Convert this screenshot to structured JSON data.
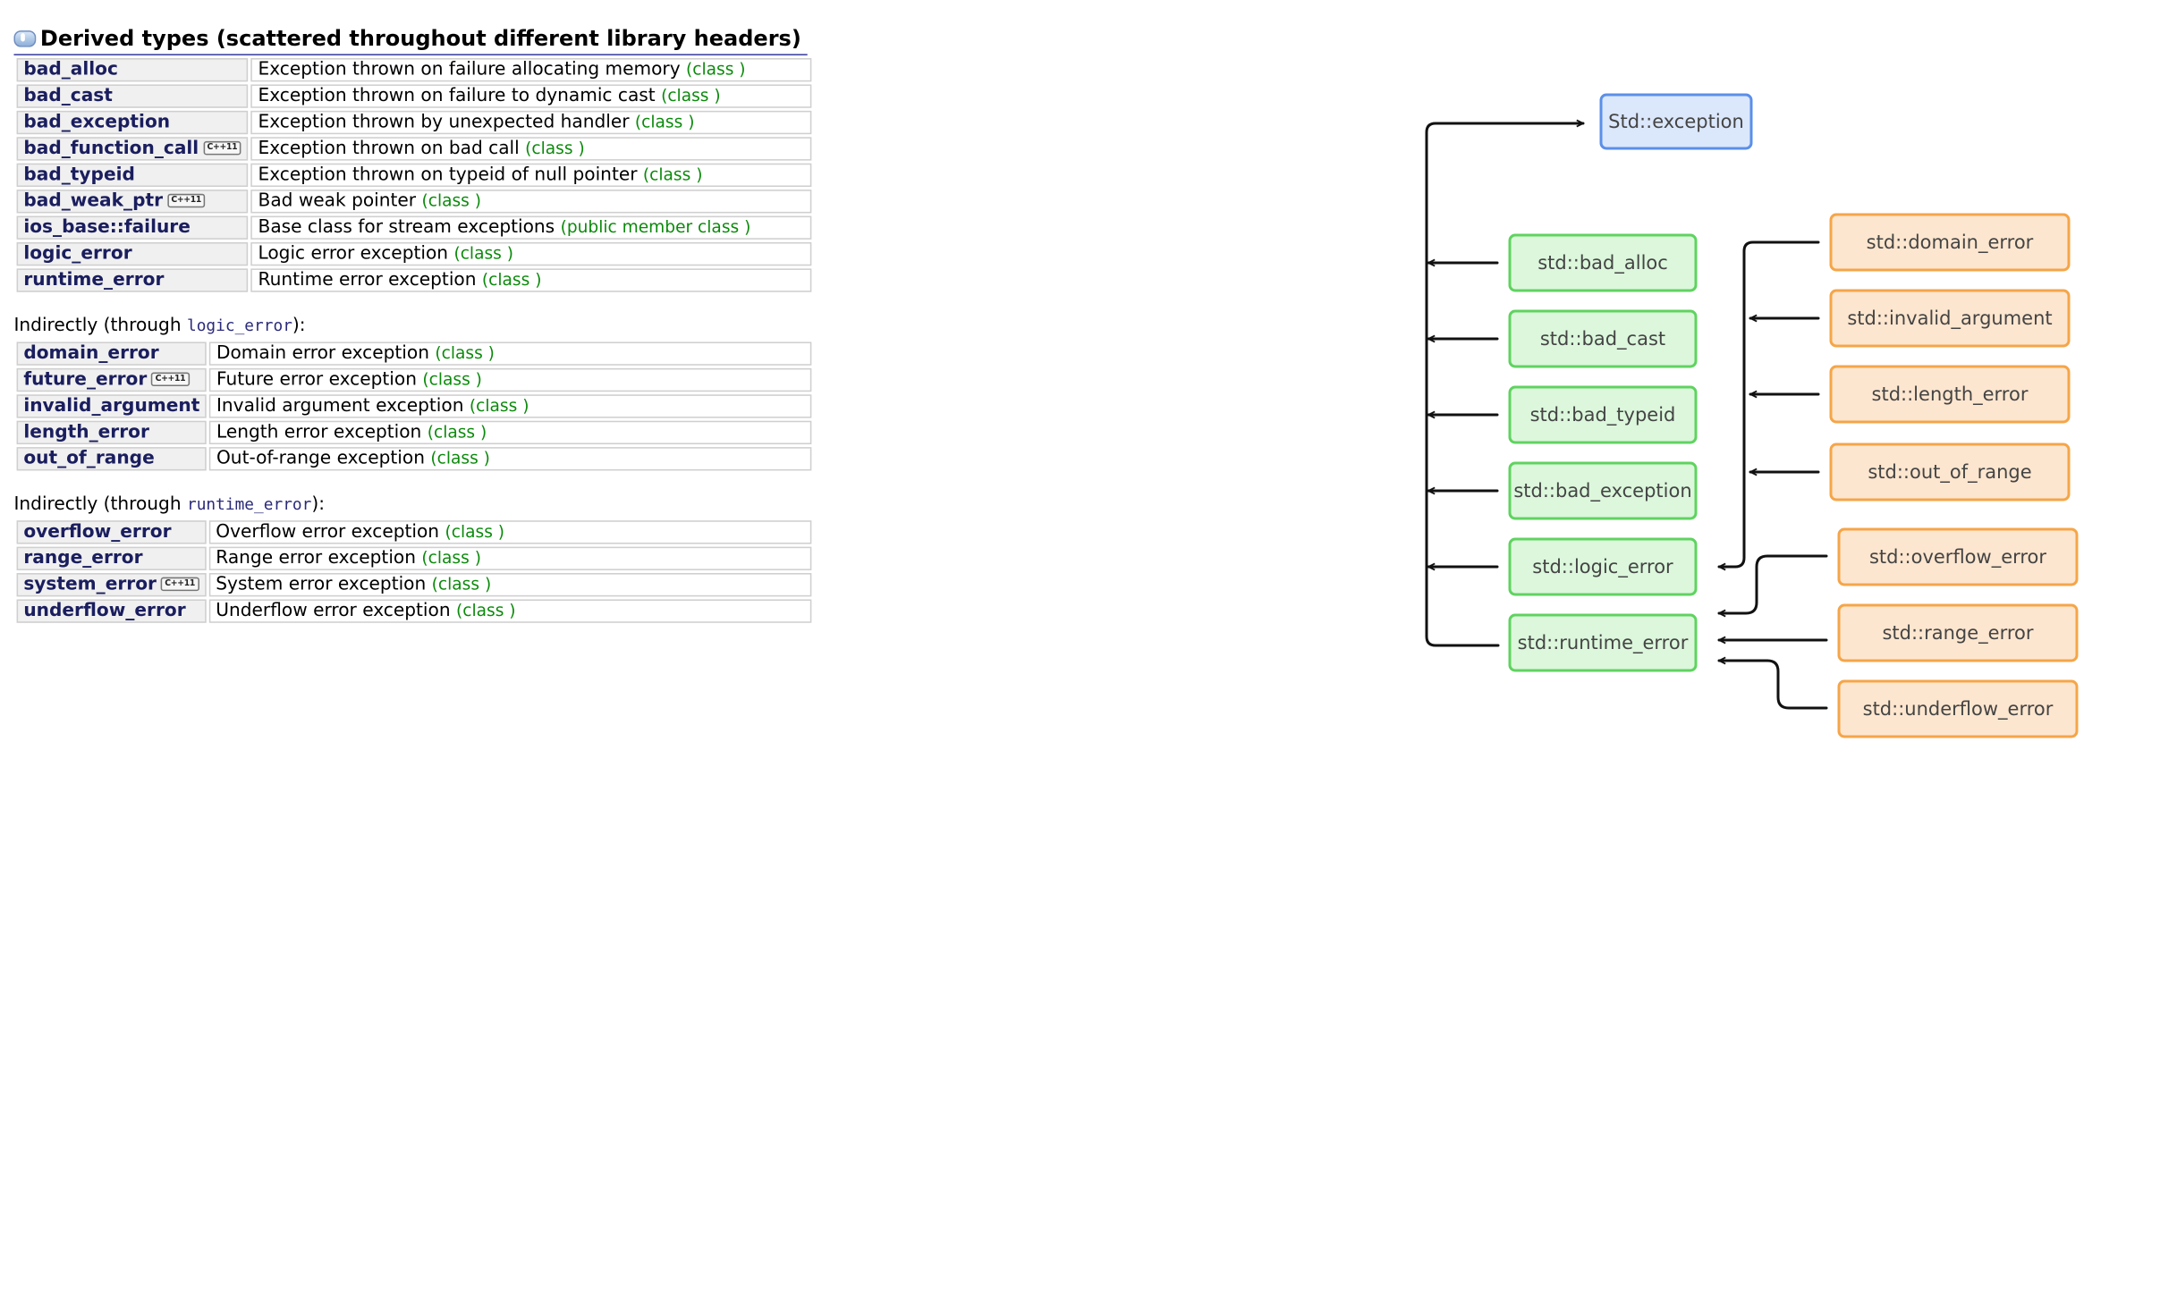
{
  "reference": {
    "title": "Derived types (scattered throughout different library headers)",
    "direct_rows": [
      {
        "name": "bad_alloc",
        "desc": "Exception thrown on failure allocating memory",
        "kind": "(class )",
        "badge": ""
      },
      {
        "name": "bad_cast",
        "desc": "Exception thrown on failure to dynamic cast",
        "kind": "(class )",
        "badge": ""
      },
      {
        "name": "bad_exception",
        "desc": "Exception thrown by unexpected handler",
        "kind": "(class )",
        "badge": ""
      },
      {
        "name": "bad_function_call",
        "desc": "Exception thrown on bad call",
        "kind": "(class )",
        "badge": "C++11"
      },
      {
        "name": "bad_typeid",
        "desc": "Exception thrown on typeid of null pointer",
        "kind": "(class )",
        "badge": ""
      },
      {
        "name": "bad_weak_ptr",
        "desc": "Bad weak pointer",
        "kind": "(class )",
        "badge": "C++11"
      },
      {
        "name": "ios_base::failure",
        "desc": "Base class for stream exceptions",
        "kind": "(public member class )",
        "badge": ""
      },
      {
        "name": "logic_error",
        "desc": "Logic error exception",
        "kind": "(class )",
        "badge": ""
      },
      {
        "name": "runtime_error",
        "desc": "Runtime error exception",
        "kind": "(class )",
        "badge": ""
      }
    ],
    "logic_intro": {
      "prefix": "Indirectly (through ",
      "code": "logic_error",
      "suffix": "):"
    },
    "logic_rows": [
      {
        "name": "domain_error",
        "desc": "Domain error exception",
        "kind": "(class )",
        "badge": ""
      },
      {
        "name": "future_error",
        "desc": "Future error exception",
        "kind": "(class )",
        "badge": "C++11"
      },
      {
        "name": "invalid_argument",
        "desc": "Invalid argument exception",
        "kind": "(class )",
        "badge": ""
      },
      {
        "name": "length_error",
        "desc": "Length error exception",
        "kind": "(class )",
        "badge": ""
      },
      {
        "name": "out_of_range",
        "desc": "Out-of-range exception",
        "kind": "(class )",
        "badge": ""
      }
    ],
    "runtime_intro": {
      "prefix": "Indirectly (through ",
      "code": "runtime_error",
      "suffix": "):"
    },
    "runtime_rows": [
      {
        "name": "overflow_error",
        "desc": "Overflow error exception",
        "kind": "(class )",
        "badge": ""
      },
      {
        "name": "range_error",
        "desc": "Range error exception",
        "kind": "(class )",
        "badge": ""
      },
      {
        "name": "system_error",
        "desc": "System error exception",
        "kind": "(class )",
        "badge": "C++11"
      },
      {
        "name": "underflow_error",
        "desc": "Underflow error exception",
        "kind": "(class )",
        "badge": ""
      }
    ]
  },
  "diagram": {
    "root": "Std::exception",
    "direct": [
      "std::bad_alloc",
      "std::bad_cast",
      "std::bad_typeid",
      "std::bad_exception",
      "std::logic_error",
      "std::runtime_error"
    ],
    "logic_children": [
      "std::domain_error",
      "std::invalid_argument",
      "std::length_error",
      "std::out_of_range"
    ],
    "runtime_children": [
      "std::overflow_error",
      "std::range_error",
      "std::underflow_error"
    ],
    "colors": {
      "root_fill": "#dbe7fb",
      "root_stroke": "#5b8fe8",
      "green_fill": "#dcf7dc",
      "green_stroke": "#5fd35f",
      "orange_fill": "#fde6cf",
      "orange_stroke": "#f5a548",
      "edge": "#111111"
    }
  }
}
